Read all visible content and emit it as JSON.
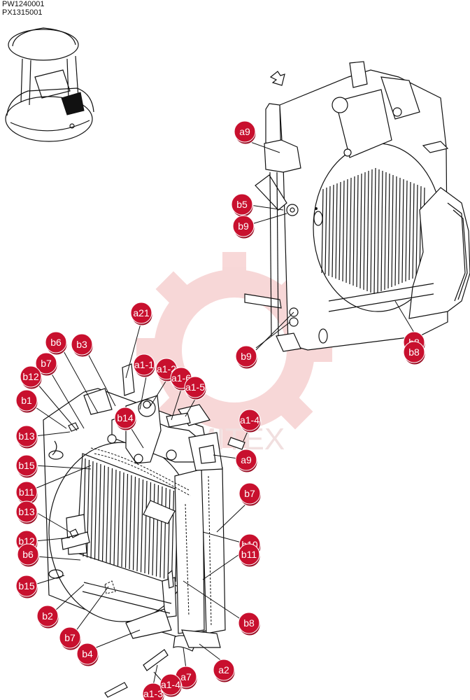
{
  "header": {
    "codes": [
      "PW1240001",
      "PX1315001"
    ]
  },
  "watermark": {
    "text": "MITEX",
    "color": "#f2c2c2"
  },
  "colors": {
    "callout_fill": "#c8102e",
    "callout_shadow": "#9a0c22",
    "line": "#111111"
  },
  "callouts": [
    "a9",
    "b5",
    "b9",
    "b8",
    "b8",
    "b9",
    "a21",
    "b6",
    "b3",
    "b7",
    "b12",
    "b1",
    "b13",
    "b15",
    "b11",
    "b13",
    "b12",
    "b6",
    "b15",
    "b2",
    "b7",
    "b4",
    "a1-1",
    "a1-2",
    "a1-6",
    "a1-5",
    "b14",
    "a1-4",
    "a9",
    "b7",
    "b10",
    "b11",
    "b8",
    "a2",
    "a7",
    "a1-3",
    "a1-4"
  ]
}
